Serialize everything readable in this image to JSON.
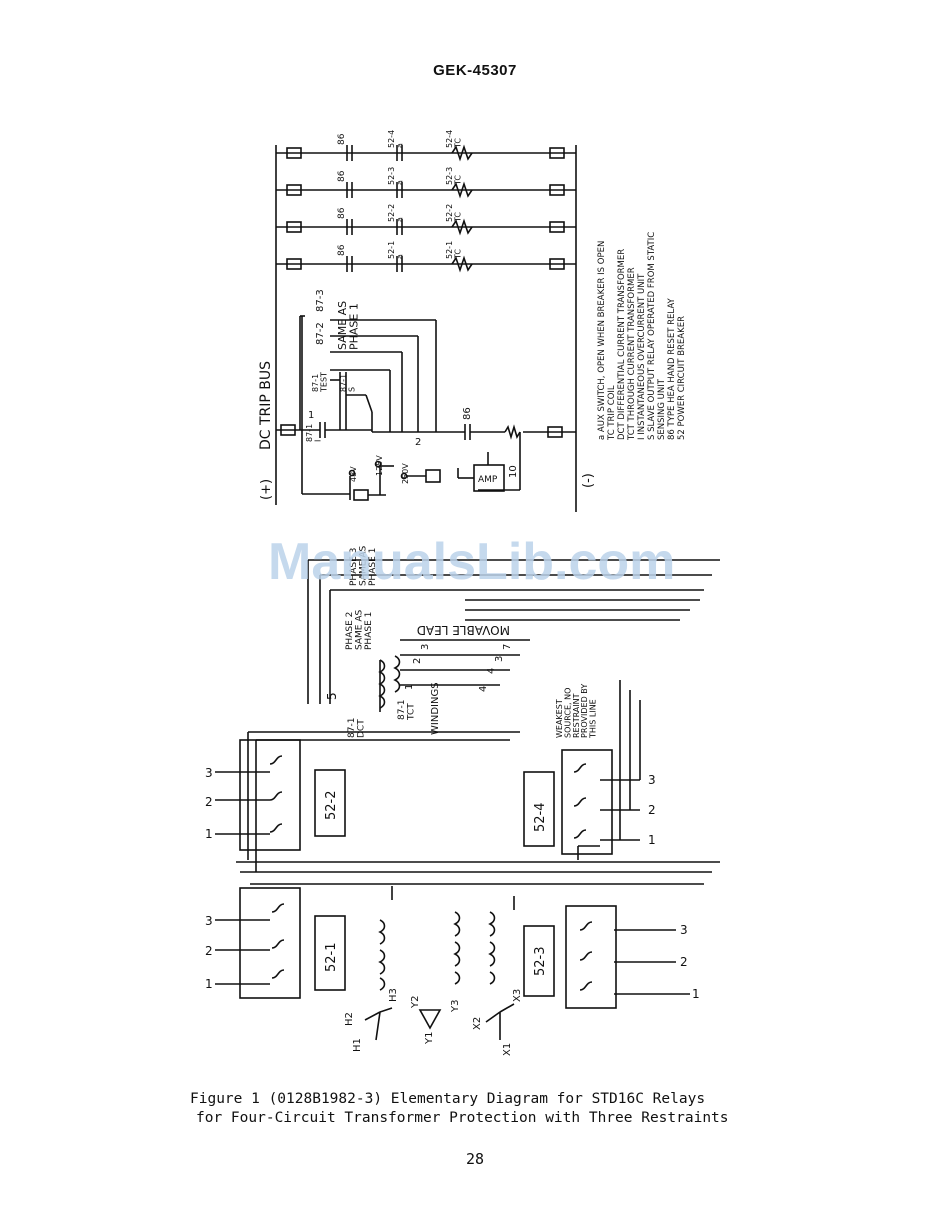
{
  "header": {
    "doc_number": "GEK-45307"
  },
  "diagram": {
    "bus_labels": {
      "dc_trip_bus": "DC TRIP BUS",
      "plus": "(+)",
      "minus": "(-)"
    },
    "trip_lines": [
      {
        "contact": "86",
        "aux": "52-4\na",
        "coil": "52-4\nTC"
      },
      {
        "contact": "86",
        "aux": "52-3\na",
        "coil": "52-3\nTC"
      },
      {
        "contact": "86",
        "aux": "52-2\na",
        "coil": "52-2\nTC"
      },
      {
        "contact": "86",
        "aux": "52-1\na",
        "coil": "52-1\nTC"
      }
    ],
    "legend": [
      "a    AUX SWITCH, OPEN WHEN BREAKER IS OPEN",
      "TC   TRIP COIL",
      "DCT  DIFFERENTIAL CURRENT TRANSFORMER",
      "TCT  THROUGH CURRENT TRANSFORMER",
      "I    INSTANTANEOUS OVERCURRENT UNIT",
      "S    SLAVE OUTPUT RELAY OPERATED FROM STATIC",
      "     SENSING UNIT",
      "86   TYPE HEA HAND RESET RELAY",
      "52   POWER CIRCUIT BREAKER"
    ],
    "relay_labels": {
      "r87_2": "87-2",
      "r87_3": "87-3",
      "same_as_phase1": "SAME AS\nPHASE 1",
      "r87_1_tест": "87-1\nTEST",
      "r87_1_s": "87-1\nS",
      "r87_1_i": "87-1\nI",
      "n48v": "48V",
      "n125v": "125V",
      "n250v": "250V",
      "amp": "AMP",
      "node_1": "1",
      "node_2": "2",
      "node_10": "10",
      "node_5": "5",
      "r86": "86"
    },
    "phase_labels": {
      "phase3": "PHASE 3\nSAME AS\nPHASE 1",
      "phase2": "PHASE 2\nSAME AS\nPHASE 1",
      "movable_lead": "MOVABLE LEAD",
      "dct": "87-1\nDCT",
      "tct": "87-1\nTCT",
      "windings": "WINDINGS",
      "tap_numbers": [
        "1",
        "2",
        "3",
        "4",
        "4",
        "3",
        "7"
      ],
      "weakest_note": "WEAKEST\nSOURCE, NO\nRESTRAINT\nPROVIDED BY\nTHIS LINE"
    },
    "breakers": [
      "52-2",
      "52-1",
      "52-4",
      "52-3"
    ],
    "phase_numbers": [
      "1",
      "2",
      "3"
    ],
    "transformer_labels": {
      "h1": "H1",
      "h2": "H2",
      "h3": "H3",
      "y1": "Y1",
      "y2": "Y2",
      "y3": "Y3",
      "x1": "X1",
      "x2": "X2",
      "x3": "X3"
    }
  },
  "watermark": "ManualsLib.com",
  "caption": {
    "line1": "Figure 1  (0128B1982-3)  Elementary Diagram for STD16C Relays",
    "line2": "for Four-Circuit Transformer Protection with Three Restraints"
  },
  "page_number": "28"
}
